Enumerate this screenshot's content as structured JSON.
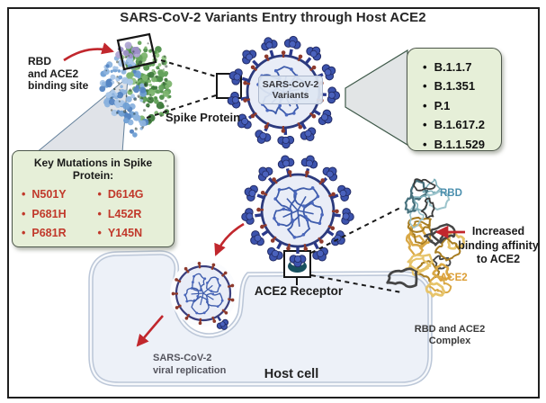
{
  "title": "SARS-CoV-2 Variants Entry through Host ACE2",
  "top_left": {
    "binding_site_lines": [
      "RBD",
      "and ACE2",
      "binding site"
    ],
    "spike_protein": "Spike Protein"
  },
  "virus_tag": {
    "line1": "SARS-CoV-2",
    "line2": "Variants"
  },
  "variants": {
    "items": [
      "B.1.1.7",
      "B.1.351",
      "P.1",
      "B.1.617.2",
      "B.1.1.529"
    ]
  },
  "mutations": {
    "title": "Key Mutations in Spike Protein:",
    "col1": [
      "N501Y",
      "P681H",
      "P681R"
    ],
    "col2": [
      "D614G",
      "L452R",
      "Y145N"
    ]
  },
  "cell": {
    "ace2_receptor": "ACE2 Receptor",
    "host_cell": "Host cell",
    "replication_lines": [
      "SARS-CoV-2",
      "viral replication"
    ]
  },
  "complex": {
    "rbd": "RBD",
    "ace2": "ACE2",
    "affinity_lines": [
      "Increased",
      "binding affinity",
      "to ACE2"
    ],
    "caption_lines": [
      "RBD and ACE2",
      "Complex"
    ]
  },
  "colors": {
    "mutation_text": "#c1392b",
    "box_green": "#e6efd8",
    "virus_spike_blue": "#3c53ad",
    "virus_ring_navy": "#2c3a7d",
    "surface_protein_red": "#8e3a2c",
    "rbd_label": "#4b8fae",
    "ace2_label": "#dc9e35",
    "arrow_red": "#c1272d",
    "membrane": "#bcc7d8"
  }
}
